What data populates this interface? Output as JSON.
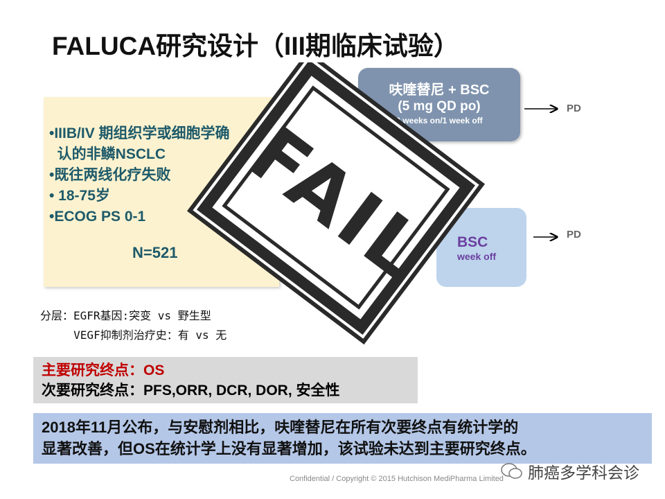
{
  "title": "FALUCA研究设计（III期临床试验）",
  "criteria": {
    "items": [
      "•IIIB/IV 期组织学或细胞学确",
      "  认的非鳞NSCLC",
      "•既往两线化疗失败",
      "• 18-75岁",
      "•ECOG PS 0-1"
    ],
    "n": "N=521"
  },
  "arm_a": {
    "line1": "呋喹替尼 + BSC",
    "line2": "(5 mg QD po)",
    "line3": "3 weeks on/1 week off",
    "outcome": "PD"
  },
  "arm_b": {
    "line1": "BSC",
    "line2": "week off",
    "outcome": "PD"
  },
  "stamp": {
    "text": "FAIL"
  },
  "stratification": {
    "line1": "分层：EGFR基因:突变 vs 野生型",
    "line2": "     VEGF抑制剂治疗史：有 vs 无"
  },
  "endpoints": {
    "primary": "主要研究终点：OS",
    "secondary": "次要研究终点：PFS,ORR, DCR, DOR, 安全性"
  },
  "summary": {
    "line1": "2018年11月公布，与安慰剂相比，呋喹替尼在所有次要终点有统计学的",
    "line2": "显著改善，但OS在统计学上没有显著增加，该试验未达到主要研究终点。"
  },
  "footer": "Confidential / Copyright © 2015 Hutchison MediPharma Limited",
  "watermark": "肺癌多学科会诊"
}
